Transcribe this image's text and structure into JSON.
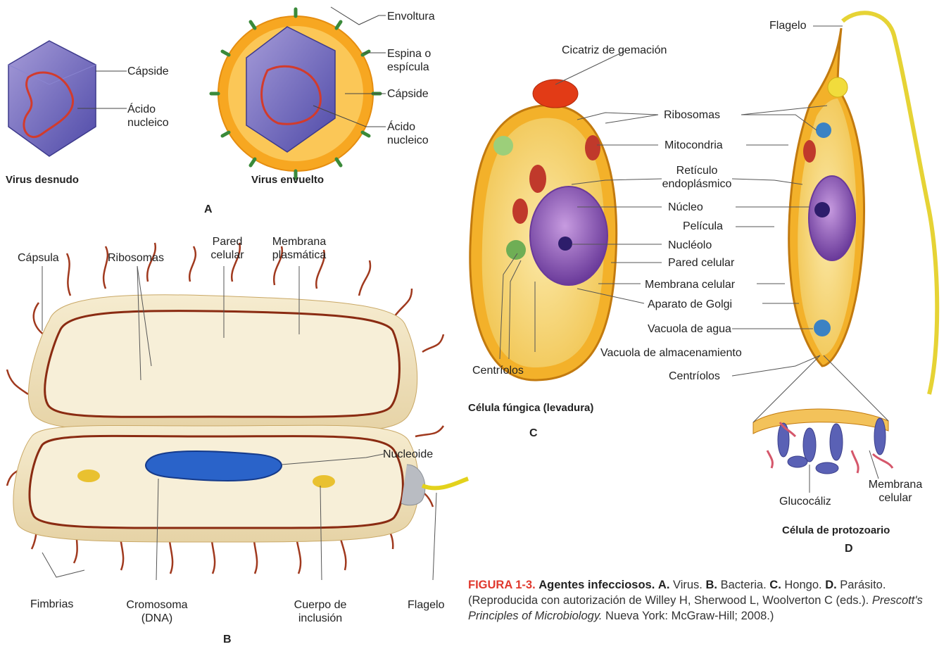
{
  "panelA": {
    "naked_labels": [
      "Cápside",
      "Ácido nucleico"
    ],
    "naked_title": "Virus desnudo",
    "env_labels": [
      "Envoltura",
      "Espina o espícula",
      "Cápside",
      "Ácido nucleico"
    ],
    "env_title": "Virus envuelto",
    "letter": "A"
  },
  "panelB": {
    "top_labels": [
      "Cápsula",
      "Ribosomas",
      "Pared celular",
      "Membrana plasmática"
    ],
    "nucleoid": "Nucleoide",
    "bottom_labels": [
      "Fimbrias",
      "Cromosoma (DNA)",
      "Cuerpo de inclusión",
      "Flagelo"
    ],
    "letter": "B"
  },
  "panelC": {
    "bud_scar": "Cicatriz de gemación",
    "center_labels": [
      "Ribosomas",
      "Mitocondria",
      "Retículo endoplásmico",
      "Núcleo",
      "Nucléolo",
      "Pared celular",
      "Membrana celular",
      "Aparato de Golgi",
      "Vacuola de agua",
      "Vacuola de almacenamiento"
    ],
    "centrioles": "Centríolos",
    "title": "Célula fúngica (levadura)",
    "letter": "C"
  },
  "panelD": {
    "flagellum": "Flagelo",
    "pelicula": "Película",
    "centrioles": "Centríolos",
    "glycocalyx": "Glucocáliz",
    "membrane": "Membrana celular",
    "title": "Célula de protozoario",
    "letter": "D"
  },
  "caption": {
    "figure": "FIGURA 1-3.",
    "title": "Agentes infecciosos.",
    "a": "A.",
    "a_text": "Virus.",
    "b": "B.",
    "b_text": "Bacteria.",
    "c": "C.",
    "c_text": "Hongo.",
    "d": "D.",
    "d_text": "Parásito. (Reproducida con autorización de Willey H, Sherwood L, Woolverton C (eds.).",
    "book": "Prescott's Principles of Microbiology.",
    "pub": "Nueva York: McGraw-Hill; 2008.)"
  }
}
